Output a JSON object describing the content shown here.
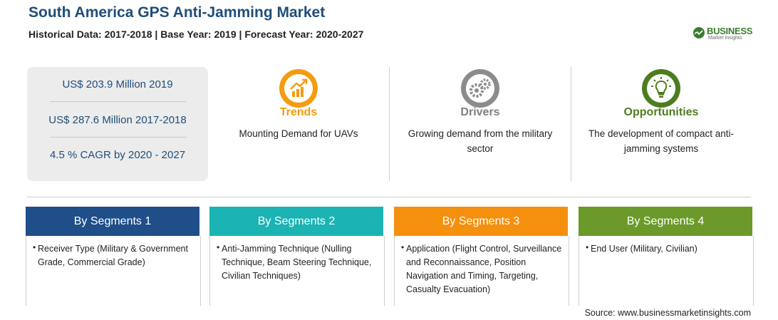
{
  "header": {
    "title": "South America GPS Anti-Jamming Market",
    "subtitle": "Historical Data: 2017-2018 | Base Year: 2019 | Forecast Year: 2020-2027",
    "logo_text": "BUSINESS",
    "logo_subtext": "Market Insights"
  },
  "stats": [
    "US$ 203.9 Million 2019",
    "US$ 287.6 Million 2017-2018",
    "4.5 % CAGR by 2020 - 2027"
  ],
  "factors": [
    {
      "title": "Trends",
      "desc": "Mounting Demand for UAVs",
      "color": "#f39c12",
      "icon": "chart-up-icon"
    },
    {
      "title": "Drivers",
      "desc": "Growing demand from the military sector",
      "color": "#7f7f7f",
      "icon": "gears-icon"
    },
    {
      "title": "Opportunities",
      "desc": "The development of compact anti-jamming systems",
      "color": "#4e7d1e",
      "icon": "lightbulb-icon"
    }
  ],
  "segments": [
    {
      "label": "By Segments 1",
      "color": "#1f4e89",
      "text": "Receiver Type (Military & Government Grade, Commercial Grade)"
    },
    {
      "label": "By Segments 2",
      "color": "#1bb3b3",
      "text": "Anti-Jamming Technique (Nulling Technique, Beam Steering Technique, Civilian Techniques)"
    },
    {
      "label": "By Segments 3",
      "color": "#f5900f",
      "text": "Application (Flight Control, Surveillance and Reconnaissance, Position Navigation and Timing, Targeting, Casualty Evacuation)"
    },
    {
      "label": "By Segments 4",
      "color": "#6b9a2a",
      "text": "End User (Military, Civilian)"
    }
  ],
  "source": "Source: www.businessmarketinsights.com"
}
